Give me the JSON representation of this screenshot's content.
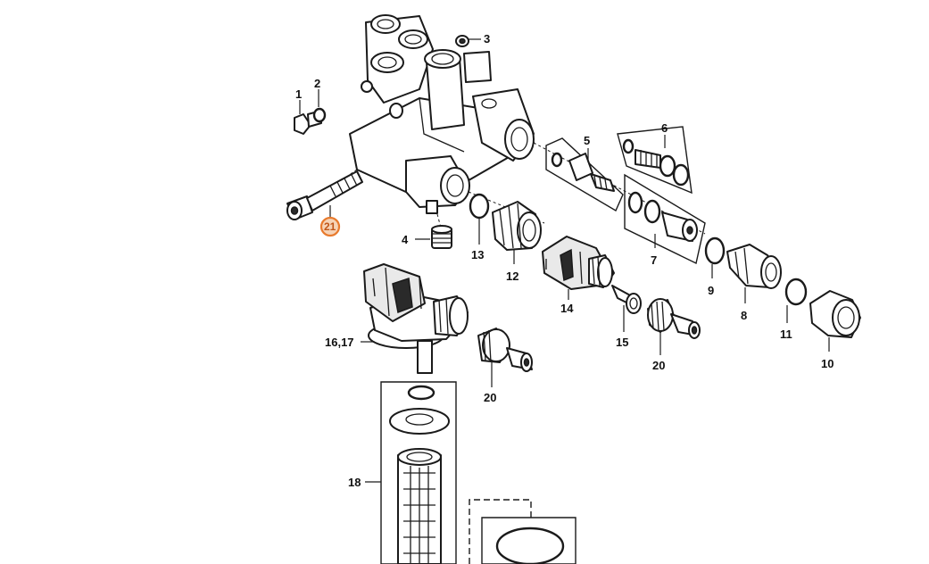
{
  "labels": {
    "l1": "1",
    "l2": "2",
    "l3": "3",
    "l4": "4",
    "l5": "5",
    "l6": "6",
    "l7": "7",
    "l8": "8",
    "l9": "9",
    "l10": "10",
    "l11": "11",
    "l12": "12",
    "l13": "13",
    "l14": "14",
    "l15": "15",
    "l16_17": "16,17",
    "l18": "18",
    "l20a": "20",
    "l20b": "20",
    "l21": "21"
  },
  "colors": {
    "highlight": "#e87a2d",
    "highlight_fill": "#f6d3b6",
    "line": "#1a1a1a",
    "background": "#ffffff"
  }
}
